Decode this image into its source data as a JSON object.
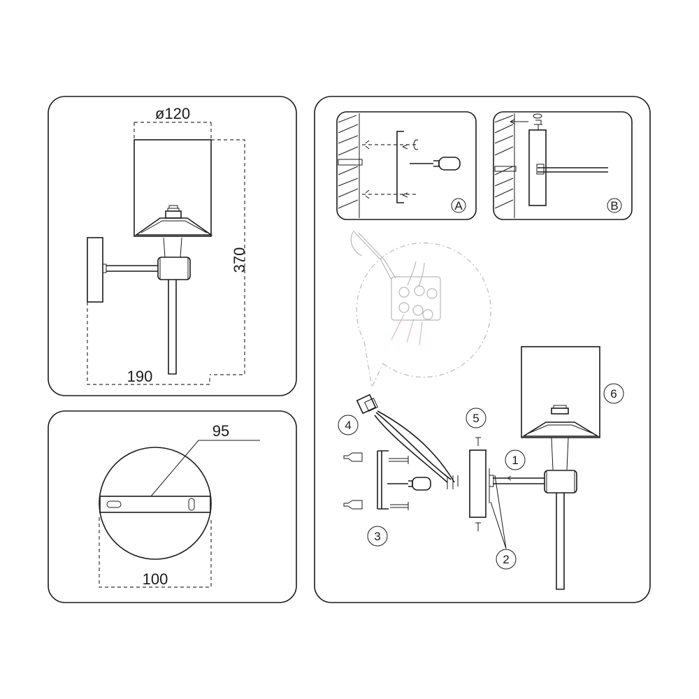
{
  "dimensions": {
    "diameter": "ø120",
    "height": "370",
    "projection": "190",
    "plate_length": "95",
    "plate_diameter": "100"
  },
  "detail_labels": {
    "a": "A",
    "b": "B"
  },
  "steps": {
    "s1": "1",
    "s2": "2",
    "s3": "3",
    "s4": "4",
    "s5": "5",
    "s6": "6"
  }
}
